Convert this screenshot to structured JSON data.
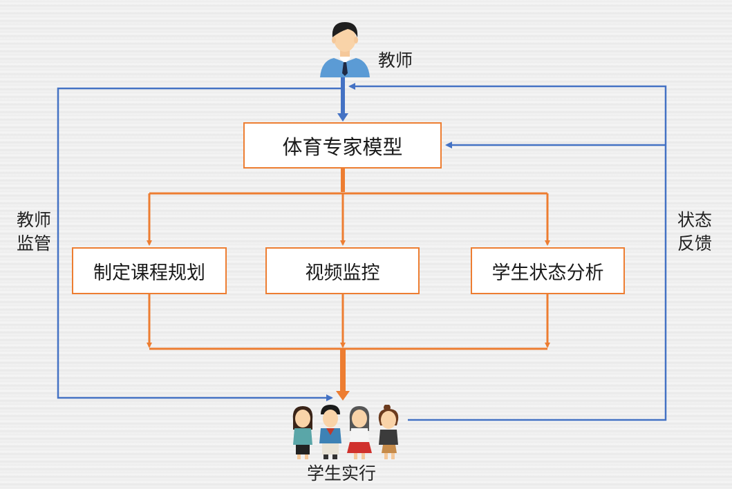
{
  "diagram": {
    "teacher_label": "教师",
    "main_box": "体育专家模型",
    "sub_boxes": [
      "制定课程规划",
      "视频监控",
      "学生状态分析"
    ],
    "students_label": "学生实行",
    "left_side_label": [
      "教师",
      "监管"
    ],
    "right_side_label": [
      "状态",
      "反馈"
    ]
  },
  "colors": {
    "orange": "#ed7d31",
    "blue": "#4472c4"
  },
  "icons": {
    "teacher": "teacher-avatar-icon",
    "students": "students-group-icon"
  }
}
